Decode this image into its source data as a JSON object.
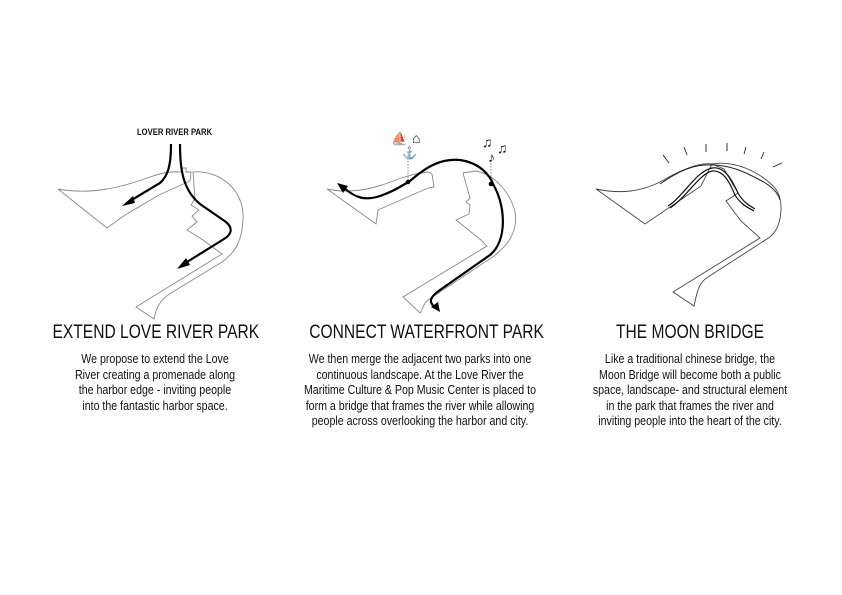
{
  "panels": [
    {
      "title": "EXTEND LOVE RIVER PARK",
      "map_label": "LOVER RIVER PARK",
      "description": [
        "We propose to extend the Love",
        "River creating a promenade along",
        "the harbor edge - inviting people",
        "into the fantastic harbor space."
      ]
    },
    {
      "title": "CONNECT WATERFRONT PARK",
      "icons": [
        "sailboat-icon",
        "building-icon",
        "anchor-icon",
        "music-notes-icon"
      ],
      "icon_glyphs": {
        "sailboat": "⛵",
        "building": "⌂",
        "anchor": "⚓",
        "music_left": "♫",
        "music_right": "♫",
        "music_note": "♪"
      },
      "description": [
        "We then merge the adjacent two parks into one",
        "continuous landscape. At the Love River the",
        "Maritime Culture & Pop Music Center is placed to",
        "form a bridge that frames the river while allowing",
        "people across overlooking the harbor and city."
      ]
    },
    {
      "title": "THE MOON BRIDGE",
      "description": [
        "Like a traditional chinese bridge, the",
        "Moon Bridge will become both a public",
        "space, landscape- and structural element",
        "in the park that frames the river and",
        "inviting people into the heart of the city."
      ]
    }
  ],
  "colors": {
    "outline": "#777777",
    "path": "#000000",
    "text": "#111111",
    "background": "#ffffff"
  }
}
